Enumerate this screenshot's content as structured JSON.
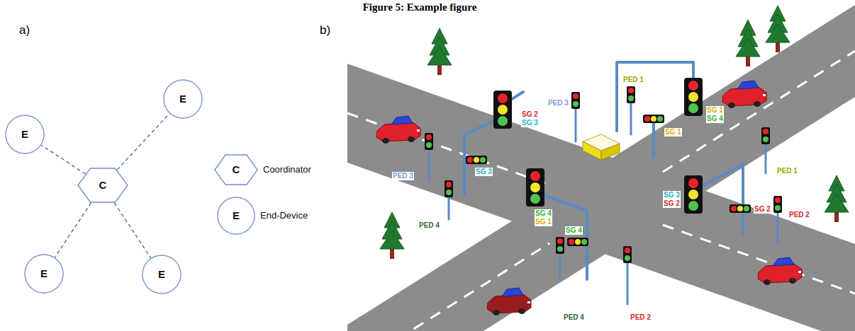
{
  "diagram": {
    "title": "Figure 5: Example figure",
    "nodes": [
      {
        "text": [
          "E"
        ]
      },
      {
        "text": [
          "E"
        ]
      },
      {
        "text": [
          "C"
        ]
      },
      {
        "text": [
          "E"
        ]
      },
      {
        "text": [
          "E"
        ]
      },
      {
        "text": [
          "C"
        ]
      },
      {
        "text": [
          "E"
        ]
      }
    ],
    "edges": [
      {
        "from": 2,
        "to": 0,
        "arrow": "none"
      },
      {
        "from": 2,
        "to": 1,
        "arrow": "none"
      },
      {
        "from": 2,
        "to": 3,
        "arrow": "none"
      },
      {
        "from": 2,
        "to": 4,
        "arrow": "none"
      }
    ],
    "labels": [
      "a)",
      "b)",
      "PED 1",
      "PED 3",
      "SG 2",
      "SG 3",
      "SG 1",
      "SG 4",
      "SG 1",
      "SG 3",
      "PED 3",
      "PED 1",
      "SG 3",
      "SG 2",
      "SG 2",
      "SG 4",
      "SG 1",
      "PED 4",
      "PED 2",
      "SG 4",
      "PED 4",
      "PED 2"
    ],
    "legend": [
      {
        "text": "Coordinator"
      },
      {
        "text": "End-Device"
      }
    ]
  }
}
